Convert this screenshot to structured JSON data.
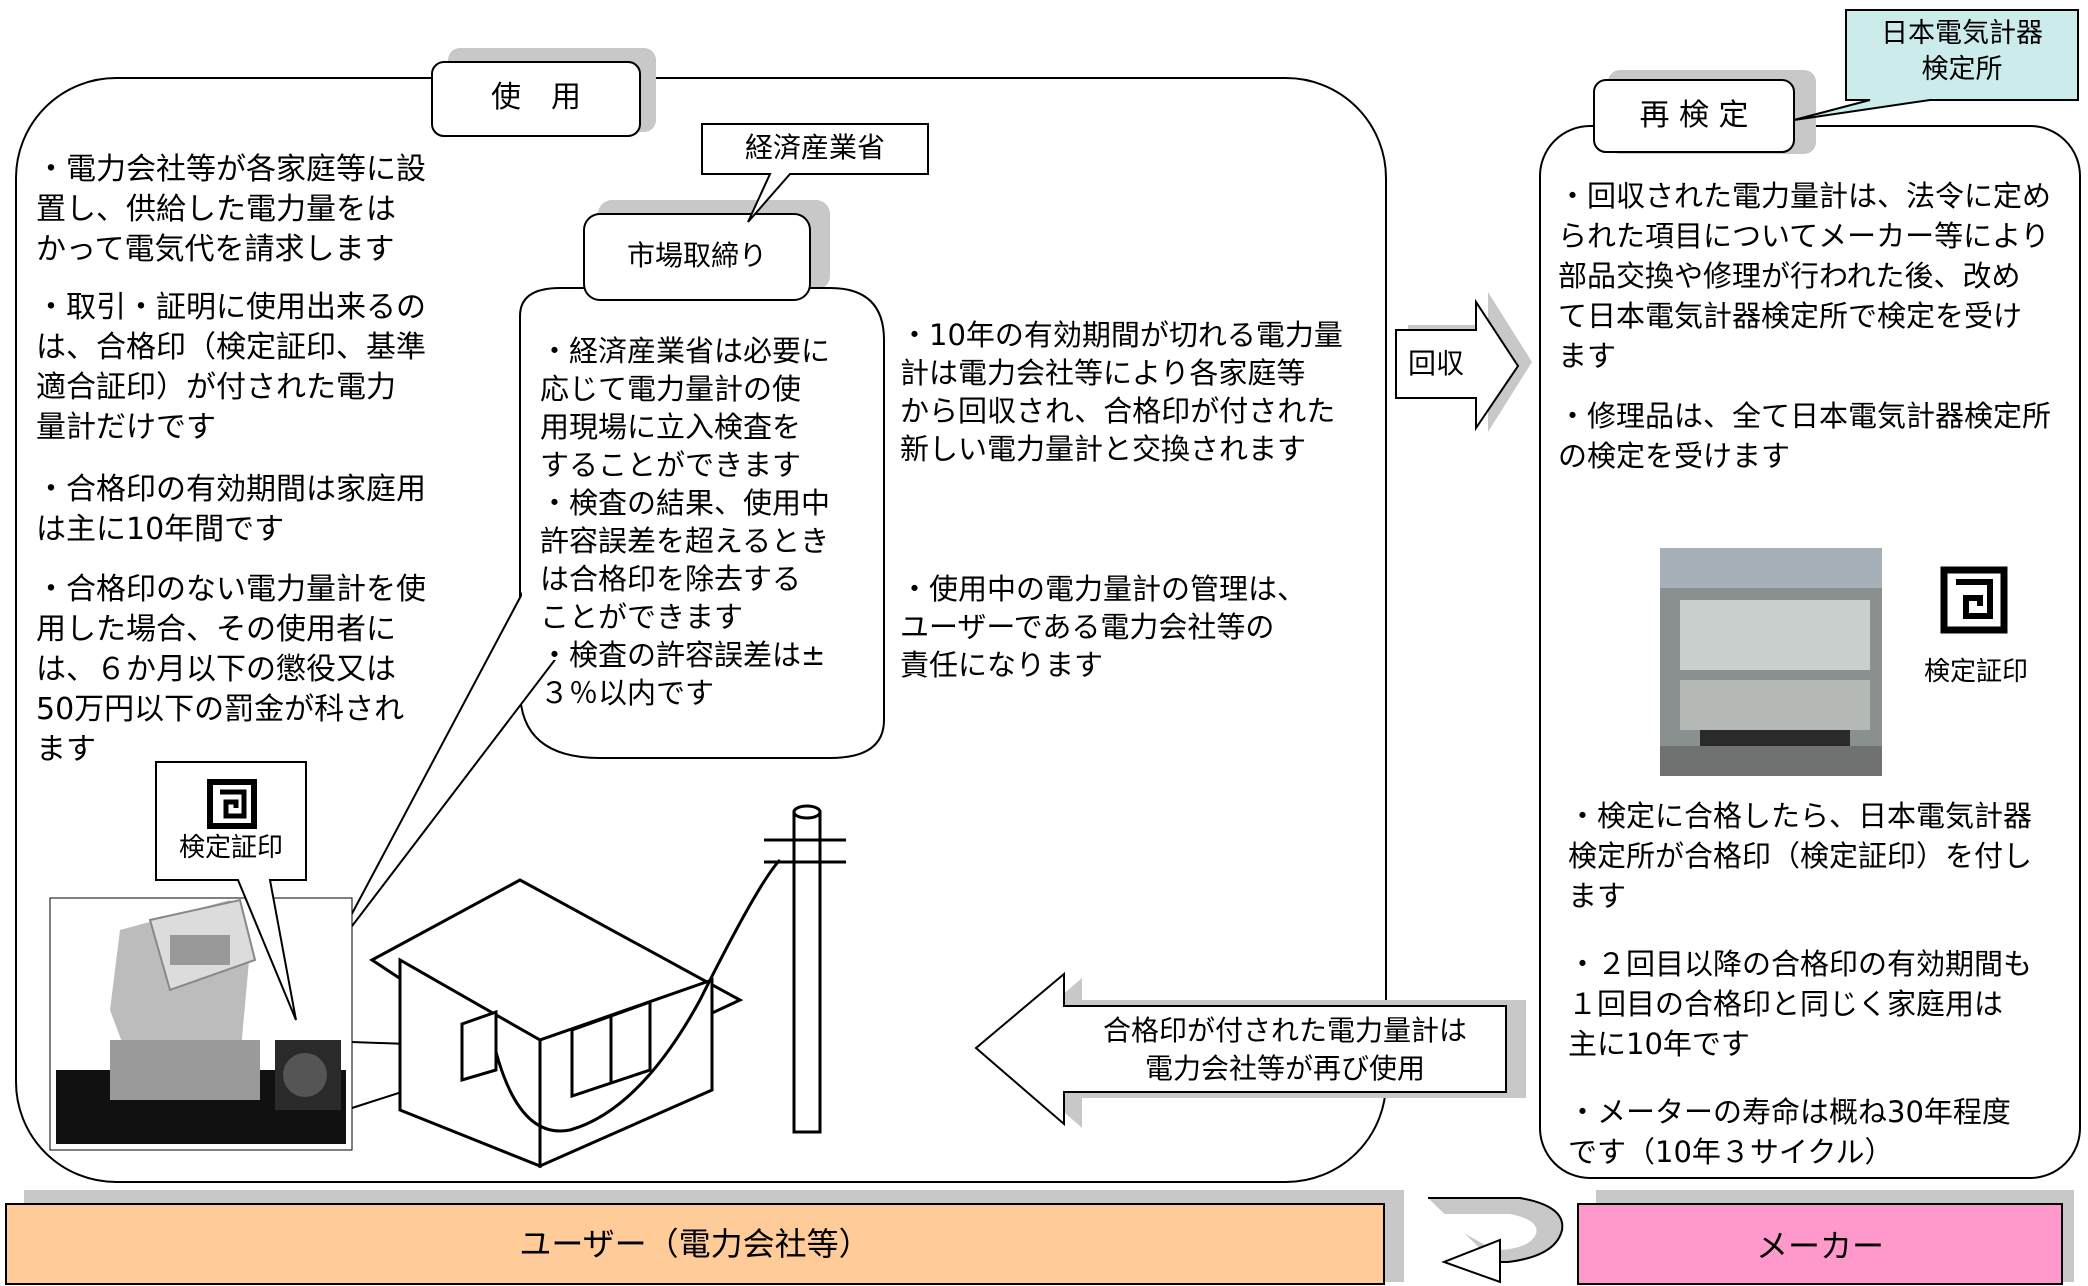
{
  "use_section": {
    "label": "使　用",
    "items": [
      "・電力会社等が各家庭等に設\n 置し、供給した電力量をは\n かって電気代を請求します",
      "・取引・証明に使用出来るの\n は、合格印（検定証印、基準\n 適合証印）が付された電力\n 量計だけです",
      "・合格印の有効期間は家庭用\n は主に10年間です",
      "・合格印のない電力量計を使\n 用した場合、その使用者に\n は、６か月以下の懲役又は\n 50万円以下の罰金が科され\n ます"
    ],
    "stamp_label": "検定証印"
  },
  "ministry": {
    "label": "経済産業省"
  },
  "market": {
    "label": "市場取締り",
    "text": "・経済産業省は必要に\n 応じて電力量計の使\n 用現場に立入検査を\n することができます\n・検査の結果、使用中\n 許容誤差を超えるとき\n は合格印を除去する\n ことができます\n・検査の許容誤差は±\n ３％以内です"
  },
  "middle_texts": [
    "・10年の有効期間が切れる電力量\n 計は電力会社等により各家庭等\n から回収され、合格印が付された\n 新しい電力量計と交換されます",
    "・使用中の電力量計の管理は、\n ユーザーである電力会社等の\n 責任になります"
  ],
  "collect_arrow": {
    "label": "回収"
  },
  "return_arrow": {
    "label": "合格印が付された電力量計は\n電力会社等が再び使用"
  },
  "reinspect": {
    "label": "再 検 定",
    "items_top": [
      "・回収された電力量計は、法令に定め\n られた項目についてメーカー等により\n 部品交換や修理が行われた後、改め\n て日本電気計器検定所で検定を受け\n ます",
      "・修理品は、全て日本電気計器検定所\n の検定を受けます"
    ],
    "stamp_label": "検定証印",
    "items_bottom": [
      "・検定に合格したら、日本電気計器\n 検定所が合格印（検定証印）を付し\n ます",
      "・２回目以降の合格印の有効期間も\n １回目の合格印と同じく家庭用は\n 主に10年です",
      "・メーターの寿命は概ね30年程度\n です（10年３サイクル）"
    ]
  },
  "jemic": {
    "label": "日本電気計器\n検定所"
  },
  "user_bar": {
    "label": "ユーザー（電力会社等）"
  },
  "maker_bar": {
    "label": "メーカー"
  },
  "colors": {
    "user_bar": "#ffcc99",
    "maker_bar": "#ff99cc",
    "jemic_callout": "#ccecec",
    "shadow": "#c8c8c8"
  }
}
